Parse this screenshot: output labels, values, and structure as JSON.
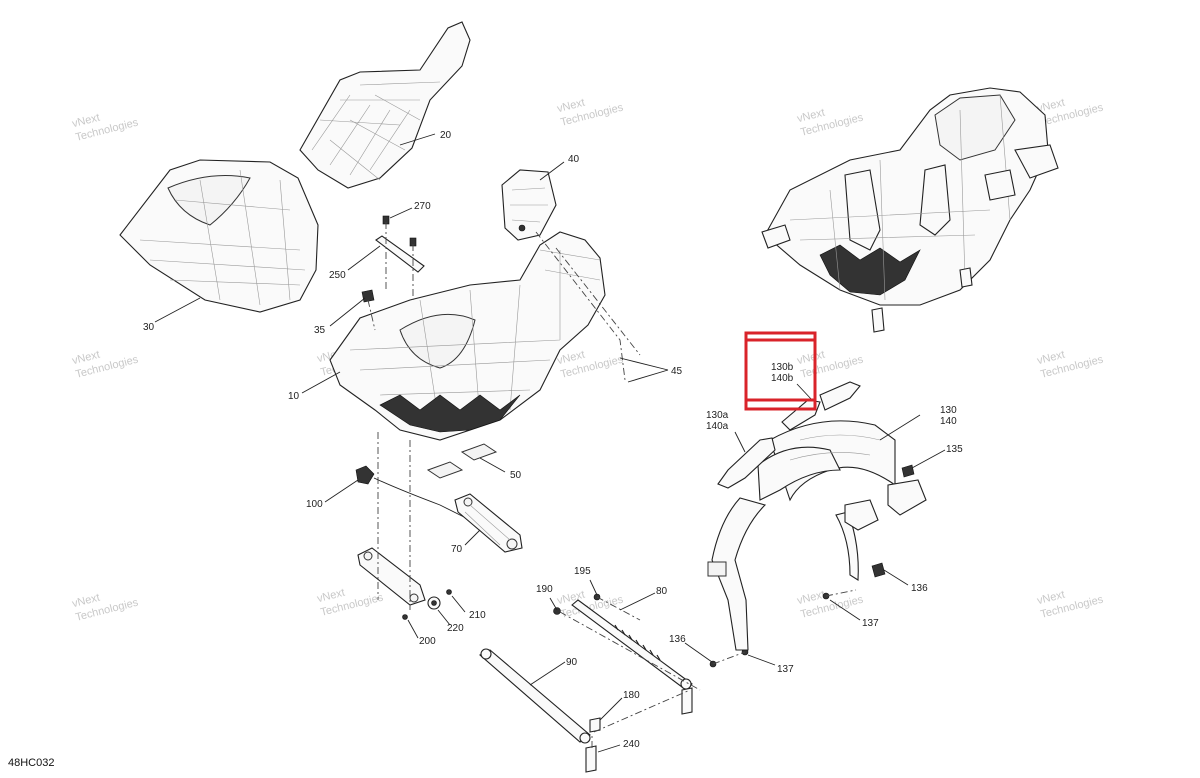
{
  "diagram_ref": "48HC032",
  "watermark": {
    "line1": "vNext",
    "line2": "Technologies",
    "line3": "vNext Technologies"
  },
  "callouts": {
    "c10": "10",
    "c20": "20",
    "c30": "30",
    "c35": "35",
    "c40": "40",
    "c45": "45",
    "c50": "50",
    "c70": "70",
    "c80": "80",
    "c90": "90",
    "c100": "100",
    "c130": "130",
    "c140": "140",
    "c130a": "130a",
    "c140a": "140a",
    "c130b": "130b",
    "c140b": "140b",
    "c135": "135",
    "c136a": "136",
    "c136b": "136",
    "c137a": "137",
    "c137b": "137",
    "c180": "180",
    "c190": "190",
    "c195": "195",
    "c200": "200",
    "c210": "210",
    "c220": "220",
    "c240": "240",
    "c250": "250",
    "c270": "270"
  },
  "highlight": {
    "color": "#d9232a",
    "label": "130b / 140b"
  }
}
